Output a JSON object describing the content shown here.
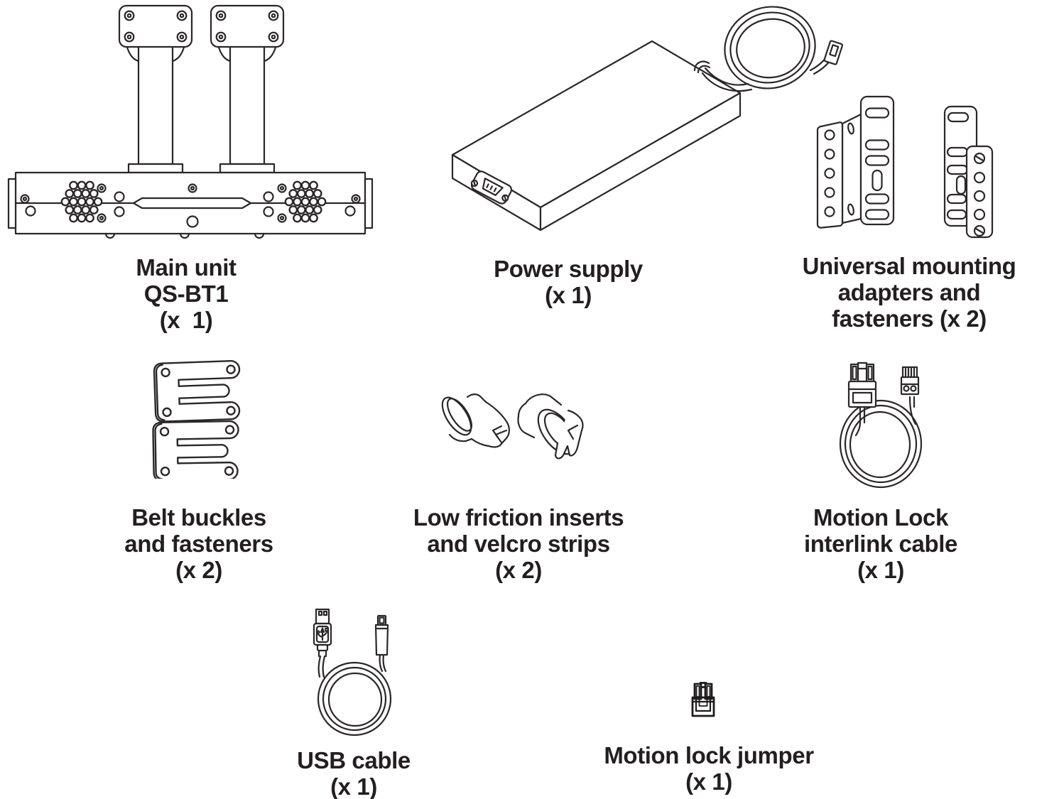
{
  "page": {
    "background": "#ffffff",
    "line_art_color": "#2b2728",
    "text_color": "#231f20"
  },
  "items": [
    {
      "id": "main-unit",
      "caption": "Main unit\nQS-BT1\n(x  1)"
    },
    {
      "id": "power-supply",
      "caption": "Power supply\n(x 1)"
    },
    {
      "id": "mounting-adapters",
      "caption": "Universal mounting\nadapters and\nfasteners (x 2)"
    },
    {
      "id": "belt-buckles",
      "caption": "Belt buckles\nand fasteners\n(x 2)"
    },
    {
      "id": "friction-inserts",
      "caption": "Low friction inserts\nand velcro strips\n(x 2)"
    },
    {
      "id": "interlink-cable",
      "caption": "Motion Lock\ninterlink cable\n(x 1)"
    },
    {
      "id": "usb-cable",
      "caption": "USB cable\n(x 1)"
    },
    {
      "id": "motion-lock-jumper",
      "caption": "Motion lock jumper\n(x 1)"
    }
  ]
}
